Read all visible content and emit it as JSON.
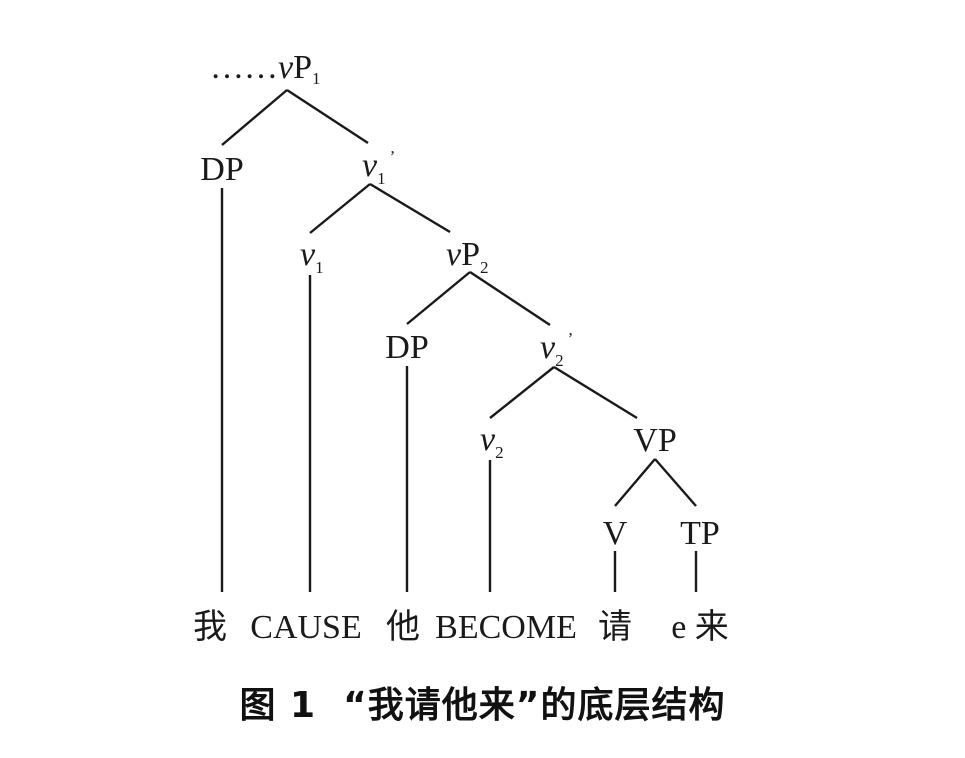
{
  "tree": {
    "root_prefix": "……",
    "nodes": {
      "vP1": {
        "head": "v",
        "rest": "P",
        "sub": "1",
        "prime": ""
      },
      "DP1": {
        "head": "",
        "rest": "DP",
        "sub": "",
        "prime": ""
      },
      "v1bar": {
        "head": "v",
        "rest": "",
        "sub": "1",
        "prime": "’"
      },
      "v1": {
        "head": "v",
        "rest": "",
        "sub": "1",
        "prime": ""
      },
      "vP2": {
        "head": "v",
        "rest": "P",
        "sub": "2",
        "prime": ""
      },
      "DP2": {
        "head": "",
        "rest": "DP",
        "sub": "",
        "prime": ""
      },
      "v2bar": {
        "head": "v",
        "rest": "",
        "sub": "2",
        "prime": "’"
      },
      "v2": {
        "head": "v",
        "rest": "",
        "sub": "2",
        "prime": ""
      },
      "VP": {
        "head": "",
        "rest": "VP",
        "sub": "",
        "prime": ""
      },
      "V": {
        "head": "",
        "rest": "V",
        "sub": "",
        "prime": ""
      },
      "TP": {
        "head": "",
        "rest": "TP",
        "sub": "",
        "prime": ""
      }
    },
    "words": [
      "我",
      "CAUSE",
      "他",
      "BECOME",
      "请",
      "e 来"
    ]
  },
  "caption": "图 1  “我请他来”的底层结构"
}
